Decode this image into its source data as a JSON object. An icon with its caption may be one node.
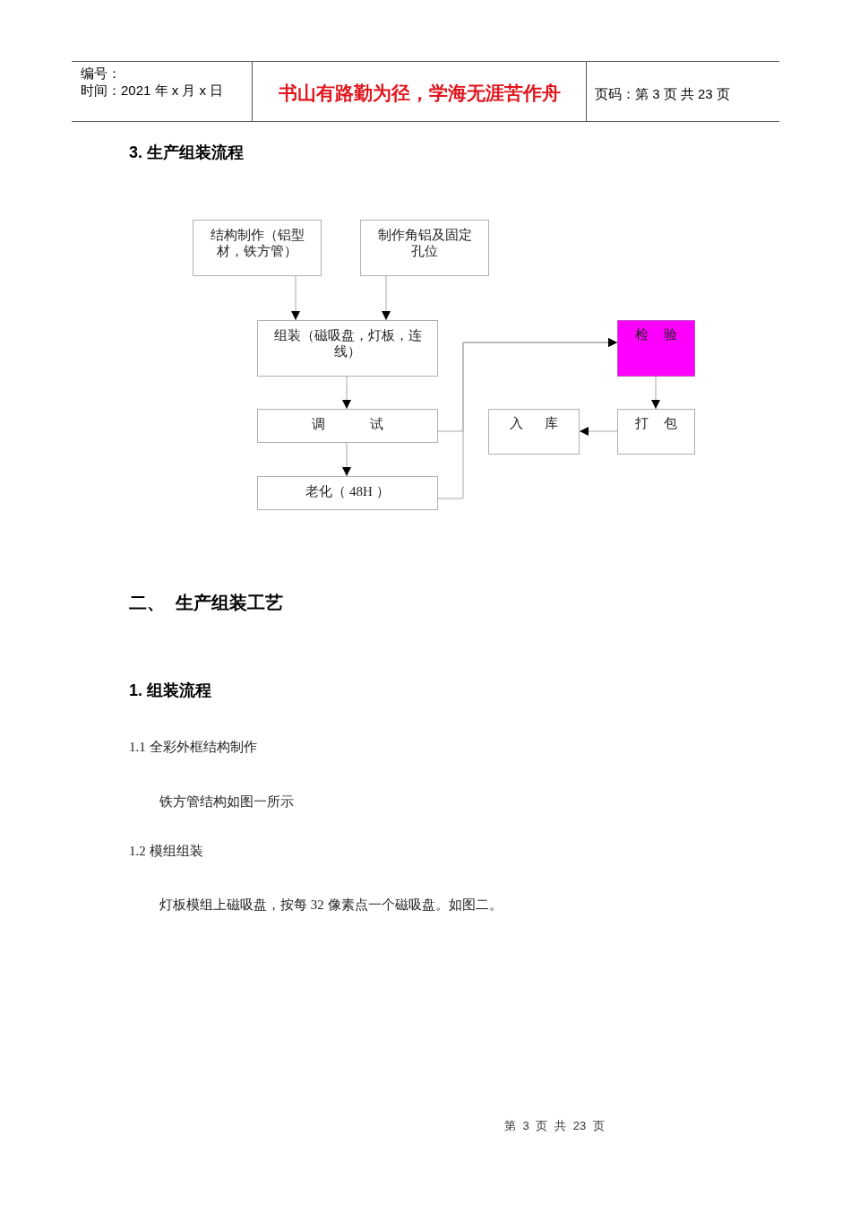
{
  "diagram": {
    "title": "3. 生产组装流程",
    "nodes": [
      {
        "text": [
          "结构制作（铝型材，铁方管）"
        ]
      },
      {
        "text": [
          "制作角铝及固定孔位"
        ]
      },
      {
        "text": [
          "组装（磁吸盘，灯板，连线）"
        ]
      },
      {
        "text": [
          "调 试"
        ]
      },
      {
        "text": [
          "老化（ 48H ）"
        ]
      },
      {
        "text": [
          "检 验"
        ]
      },
      {
        "text": [
          "入 库"
        ]
      },
      {
        "text": [
          "打 包"
        ]
      }
    ],
    "edges": [
      {
        "from": 0,
        "to": 2,
        "arrow": "to"
      },
      {
        "from": 1,
        "to": 2,
        "arrow": "to"
      },
      {
        "from": 2,
        "to": 3,
        "arrow": "to"
      },
      {
        "from": 3,
        "to": 4,
        "arrow": "to"
      },
      {
        "from": 3,
        "to": 5,
        "arrow": "to"
      },
      {
        "from": 4,
        "to": 5,
        "arrow": "to"
      },
      {
        "from": 5,
        "to": 7,
        "arrow": "to"
      },
      {
        "from": 7,
        "to": 6,
        "arrow": "to"
      }
    ],
    "labels": [
      "编号：",
      "时间：2021 年 x 月 x 日",
      "书山有路勤为径，学海无涯苦作舟",
      "页码：第 3 页 共 23 页",
      "二、 生产组装工艺",
      "1. 组装流程",
      "1.1 全彩外框结构制作",
      "铁方管结构如图一所示",
      "1.2 模组组装",
      "灯板模组上磁吸盘，按每 32 像素点一个磁吸盘。如图二。",
      "第 3 页 共 23 页"
    ]
  }
}
